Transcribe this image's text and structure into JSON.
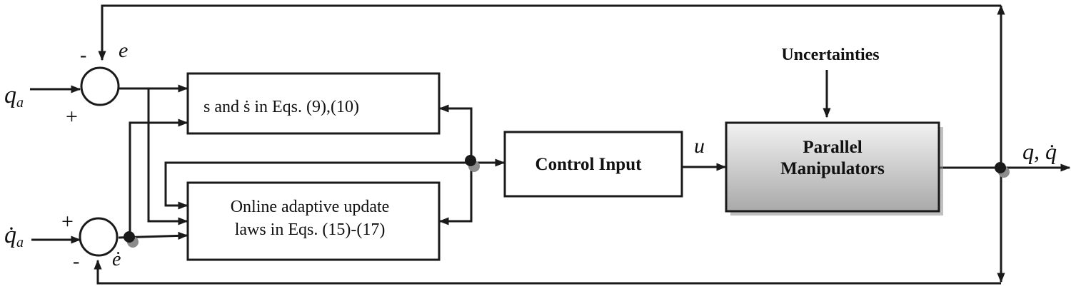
{
  "blocks": {
    "sliding": "s and ṡ in Eqs. (9),(10)",
    "adaptive_line1": "Online adaptive update",
    "adaptive_line2": "laws in Eqs. (15)-(17)",
    "control": "Control Input",
    "plant_line1": "Parallel",
    "plant_line2": "Manipulators"
  },
  "labels": {
    "uncertainties": "Uncertainties",
    "qa": "q",
    "qa_sub": "a",
    "qadot": "q̇",
    "qadot_sub": "a",
    "e": "e",
    "edot": "ė",
    "u": "u",
    "output": "q, q̇",
    "sum1_minus": "-",
    "sum1_plus": "+",
    "sum2_plus": "+",
    "sum2_minus": "-"
  },
  "colors": {
    "line": "#1a1a1a",
    "plant_fill_top": "#f2f2f2",
    "plant_fill_bottom": "#a9a9a9",
    "shadow": "#8c8c8c"
  }
}
